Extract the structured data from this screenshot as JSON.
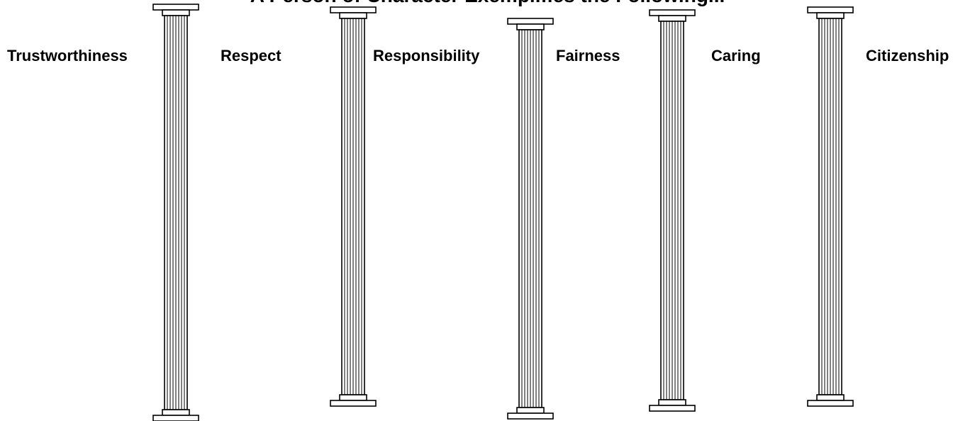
{
  "title": "A Person of Character Exemplifies the Following...",
  "labels": [
    "Trustworthiness",
    "Respect",
    "Responsibility",
    "Fairness",
    "Caring",
    "Citizenship"
  ],
  "colors": {
    "ink": "#000000",
    "background": "#ffffff"
  },
  "icon": "column-icon"
}
